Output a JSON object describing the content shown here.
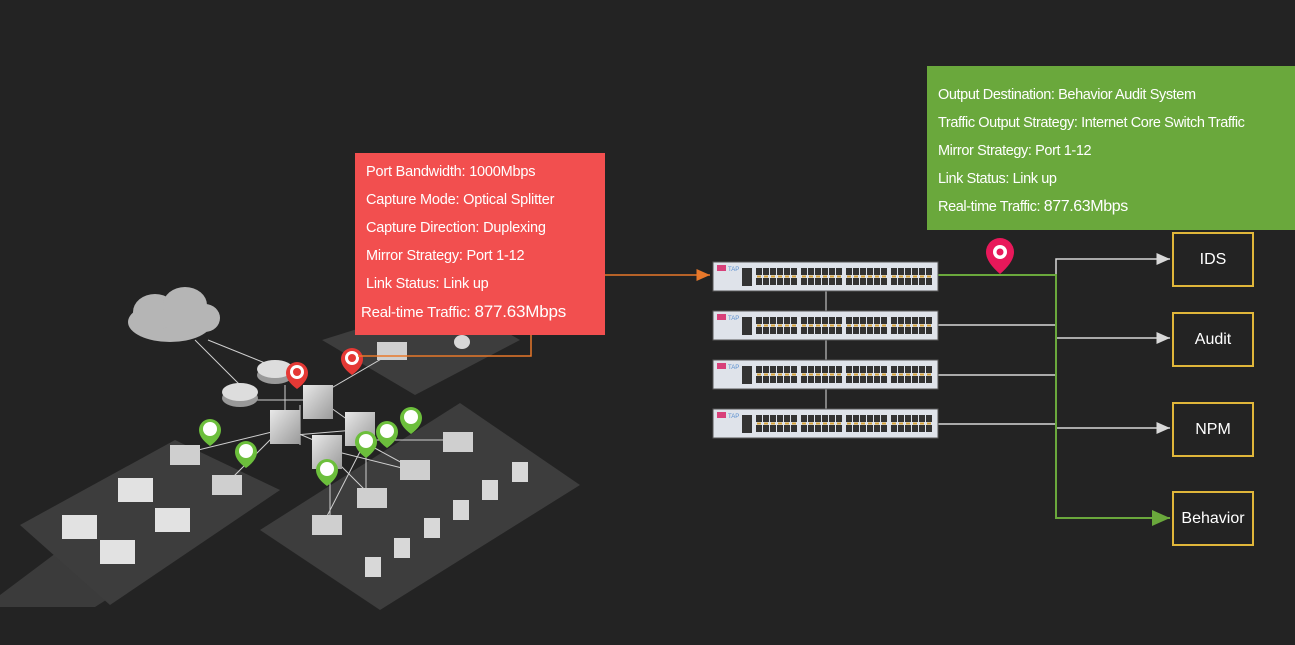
{
  "capture_info": {
    "port_bandwidth": "Port Bandwidth: 1000Mbps",
    "capture_mode": "Capture Mode: Optical Splitter",
    "capture_direction": "Capture Direction: Duplexing",
    "mirror_strategy": "Mirror Strategy: Port 1-12",
    "link_status": "Link Status: Link up",
    "traffic_label": "Real-time Traffic: ",
    "traffic_value": "877.63Mbps",
    "color": "#f24f4f"
  },
  "output_info": {
    "destination": "Output Destination:  Behavior Audit System",
    "strategy": "Traffic Output Strategy: Internet Core Switch Traffic",
    "mirror_strategy": "Mirror Strategy: Port 1-12",
    "link_status": "Link Status: Link up",
    "traffic_label": "Real-time Traffic: ",
    "traffic_value": "877.63Mbps",
    "color": "#6aa83c"
  },
  "tap_devices": [
    {
      "brand": "TAP",
      "active": true
    },
    {
      "brand": "TAP",
      "active": false
    },
    {
      "brand": "TAP",
      "active": false
    },
    {
      "brand": "TAP",
      "active": false
    }
  ],
  "destinations": [
    {
      "label": "IDS",
      "active": false
    },
    {
      "label": "Audit",
      "active": false
    },
    {
      "label": "NPM",
      "active": false
    },
    {
      "label": "Behavior",
      "active": true
    }
  ],
  "colors": {
    "background": "#232323",
    "destination_border": "#e0b63a",
    "capture_line": "#e8782a",
    "active_output": "#6aa83c",
    "inactive_line": "#d8d8d8",
    "pin_marker": "#e8185a"
  },
  "icons": [
    "cloud-icon",
    "router-icon",
    "switch-icon",
    "server-icon",
    "database-icon",
    "capture-pin-icon",
    "monitor-pin-icon",
    "location-pin-icon"
  ]
}
